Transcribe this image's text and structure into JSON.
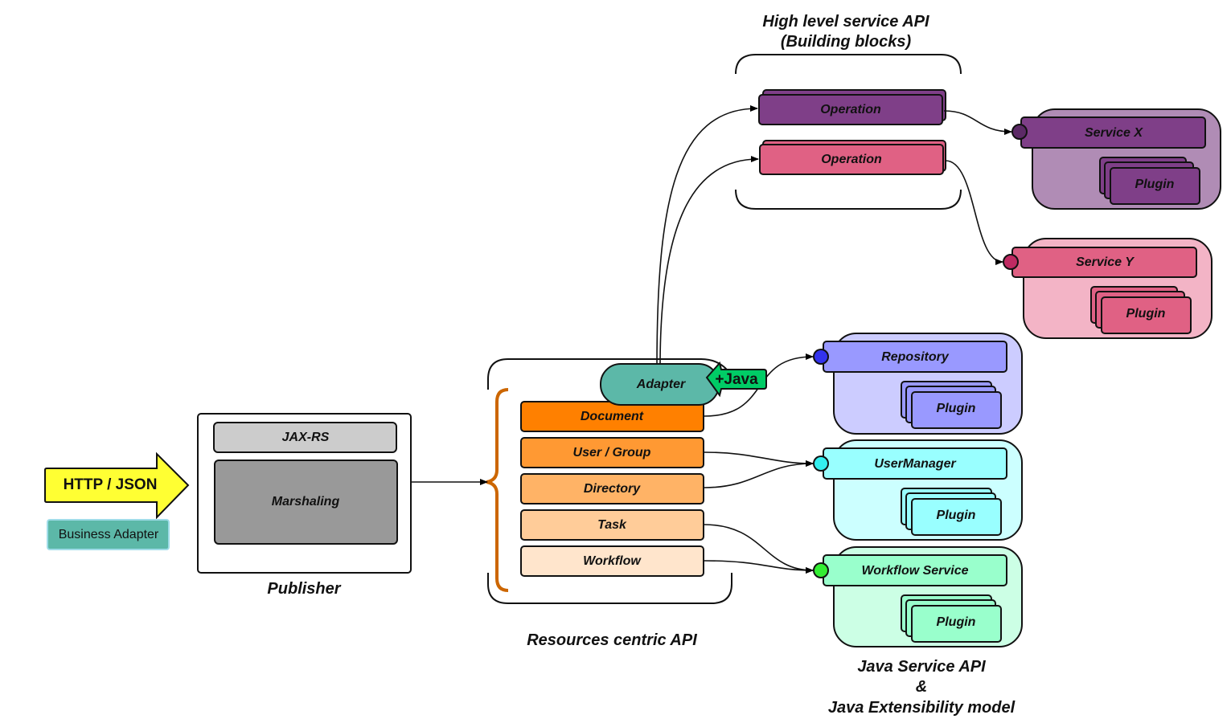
{
  "titles": {
    "high_level_line1": "High level service API",
    "high_level_line2": "(Building blocks)",
    "resources_api": "Resources centric API",
    "publisher": "Publisher",
    "java_api_line1": "Java Service API",
    "java_api_line2": "&",
    "java_api_line3": "Java Extensibility model"
  },
  "entry": {
    "http_json": "HTTP / JSON",
    "business_adapter": "Business Adapter"
  },
  "publisher": {
    "jaxrs": "JAX-RS",
    "marshaling": "Marshaling"
  },
  "adapter": {
    "label": "Adapter",
    "java_badge": "+Java"
  },
  "resources": [
    {
      "label": "Document",
      "color": "#ff8000"
    },
    {
      "label": "User / Group",
      "color": "#ff9933"
    },
    {
      "label": "Directory",
      "color": "#ffb366"
    },
    {
      "label": "Task",
      "color": "#ffcc99"
    },
    {
      "label": "Workflow",
      "color": "#ffe5cc"
    }
  ],
  "operations": [
    {
      "label": "Operation",
      "color": "#7f3f88"
    },
    {
      "label": "Operation",
      "color": "#e06184"
    }
  ],
  "services": [
    {
      "label": "Service X",
      "plugin": "Plugin",
      "color": "#7f3f88",
      "bg": "#b08cb5",
      "port": "#5c2a66"
    },
    {
      "label": "Service Y",
      "plugin": "Plugin",
      "color": "#e06184",
      "bg": "#f3b4c6",
      "port": "#c02a62"
    },
    {
      "label": "Repository",
      "plugin": "Plugin",
      "color": "#9999ff",
      "bg": "#ccccff",
      "port": "#3333ee"
    },
    {
      "label": "UserManager",
      "plugin": "Plugin",
      "color": "#99ffff",
      "bg": "#ccffff",
      "port": "#33eeee"
    },
    {
      "label": "Workflow Service",
      "plugin": "Plugin",
      "color": "#99ffcc",
      "bg": "#ccffe5",
      "port": "#33ee33"
    }
  ],
  "colors": {
    "http_arrow": "#ffff33",
    "business_adapter": "#5cb8a8",
    "adapter": "#5cb8a8",
    "java_badge": "#00cc66",
    "brace": "#cc6600",
    "jaxrs": "#cccccc",
    "marshaling": "#999999"
  }
}
